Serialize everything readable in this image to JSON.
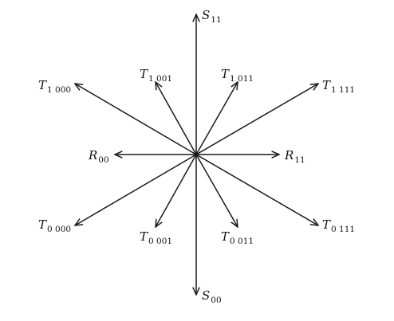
{
  "diagram": {
    "center_label": "",
    "vectors": [
      {
        "id": "S11",
        "letter": "S",
        "sub": "11"
      },
      {
        "id": "S00",
        "letter": "S",
        "sub": "00"
      },
      {
        "id": "R00",
        "letter": "R",
        "sub": "00"
      },
      {
        "id": "R11",
        "letter": "R",
        "sub": "11"
      },
      {
        "id": "T1000",
        "letter": "T",
        "sub": "1 000"
      },
      {
        "id": "T1001",
        "letter": "T",
        "sub": "1 001"
      },
      {
        "id": "T1011",
        "letter": "T",
        "sub": "1 011"
      },
      {
        "id": "T1111",
        "letter": "T",
        "sub": "1 111"
      },
      {
        "id": "T0000",
        "letter": "T",
        "sub": "0 000"
      },
      {
        "id": "T0001",
        "letter": "T",
        "sub": "0 001"
      },
      {
        "id": "T0011",
        "letter": "T",
        "sub": "0 011"
      },
      {
        "id": "T0111",
        "letter": "T",
        "sub": "0 111"
      }
    ],
    "stroke_color": "#1a1a1a"
  }
}
